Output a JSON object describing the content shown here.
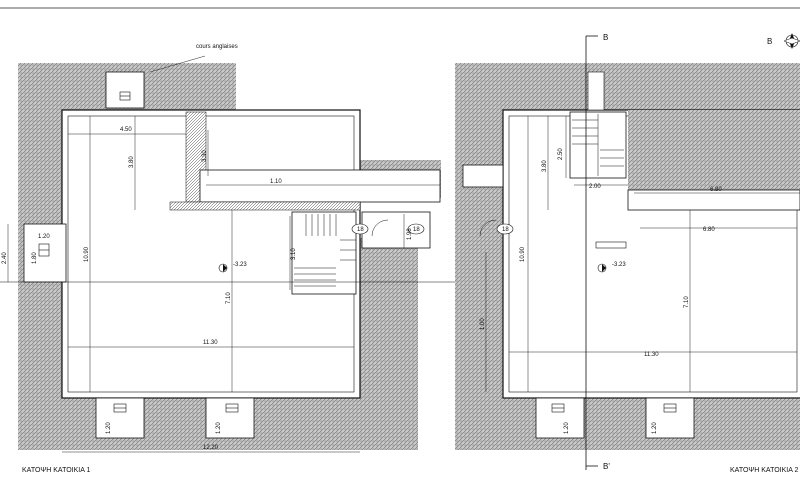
{
  "plans": [
    {
      "caption": "ΚΑΤΟΨΗ ΚΑΤΟΙΚΙΑ 1"
    },
    {
      "caption": "ΚΑΤΟΨΗ ΚΑΤΟΙΚΙΑ 2"
    }
  ],
  "annotation": {
    "cours": "cours anglaises"
  },
  "section": {
    "top": "B",
    "bottom": "B'"
  },
  "north": {
    "label": "B"
  },
  "levels": {
    "left": "-3.23",
    "right": "-3.23"
  },
  "dims_left": {
    "d1": "4.50",
    "d2": "3.80",
    "d3": "10.90",
    "d4": "11.30",
    "d5": "7.10",
    "d6": "12.20",
    "d7": "1.20",
    "d8": "1.20",
    "d9": "1.20",
    "d10": "2.40",
    "d11": "1.80",
    "d12": "3.10",
    "d13": "1.98",
    "d14": "1.10",
    "d15": "3.30"
  },
  "dims_right": {
    "d1": "3.80",
    "d2": "2.50",
    "d3": "2.00",
    "d4": "6.80",
    "d5": "6.80",
    "d6": "10.90",
    "d7": "7.10",
    "d8": "11.30",
    "d9": "1.20",
    "d10": "1.20",
    "d11": "1.00"
  },
  "stair_tags": {
    "t1": "18",
    "t2": "18",
    "t3": "18"
  }
}
